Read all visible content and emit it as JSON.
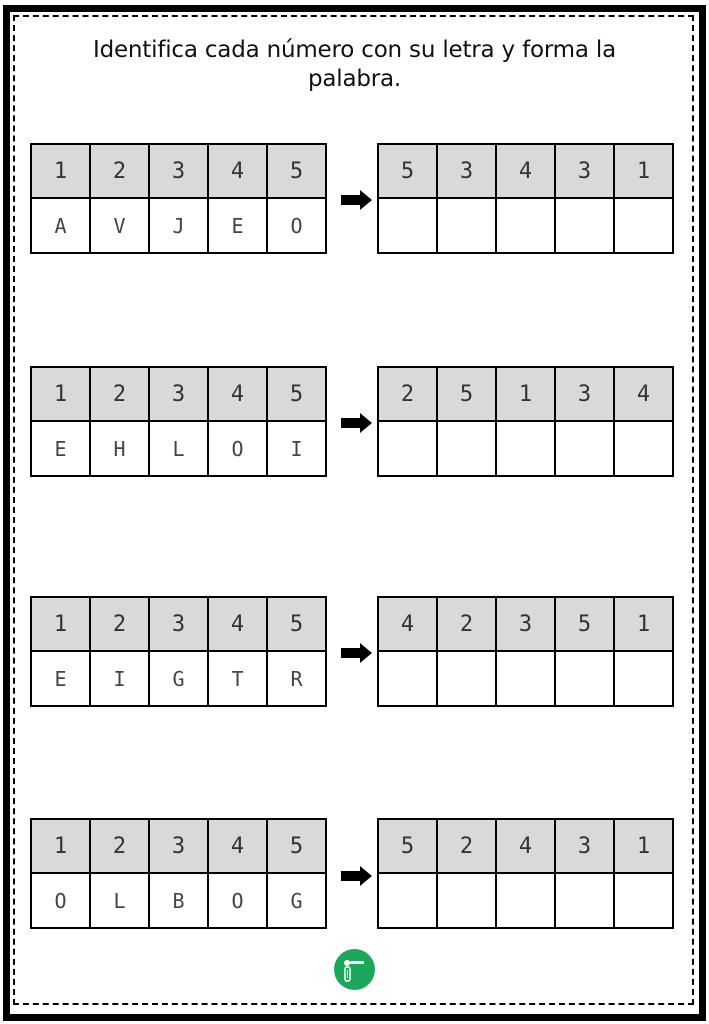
{
  "title": "Identifica cada número con su letra y forma la palabra.",
  "title_lines": [
    "Identifica cada número con su letra y forma la",
    "palabra."
  ],
  "colors": {
    "header_fill": "#d9d9d9",
    "border": "#000000",
    "logo_green": "#1ca85a"
  },
  "exercises": [
    {
      "key": {
        "numbers": [
          "1",
          "2",
          "3",
          "4",
          "5"
        ],
        "letters": [
          "A",
          "V",
          "J",
          "E",
          "O"
        ]
      },
      "answer": {
        "numbers": [
          "5",
          "3",
          "4",
          "3",
          "1"
        ],
        "letters": [
          "",
          "",
          "",
          "",
          ""
        ]
      }
    },
    {
      "key": {
        "numbers": [
          "1",
          "2",
          "3",
          "4",
          "5"
        ],
        "letters": [
          "E",
          "H",
          "L",
          "O",
          "I"
        ]
      },
      "answer": {
        "numbers": [
          "2",
          "5",
          "1",
          "3",
          "4"
        ],
        "letters": [
          "",
          "",
          "",
          "",
          ""
        ]
      }
    },
    {
      "key": {
        "numbers": [
          "1",
          "2",
          "3",
          "4",
          "5"
        ],
        "letters": [
          "E",
          "I",
          "G",
          "T",
          "R"
        ]
      },
      "answer": {
        "numbers": [
          "4",
          "2",
          "3",
          "5",
          "1"
        ],
        "letters": [
          "",
          "",
          "",
          "",
          ""
        ]
      }
    },
    {
      "key": {
        "numbers": [
          "1",
          "2",
          "3",
          "4",
          "5"
        ],
        "letters": [
          "O",
          "L",
          "B",
          "O",
          "G"
        ]
      },
      "answer": {
        "numbers": [
          "5",
          "2",
          "4",
          "3",
          "1"
        ],
        "letters": [
          "",
          "",
          "",
          "",
          ""
        ]
      }
    }
  ],
  "icons": {
    "arrow": "right-arrow-icon",
    "logo": "brand-logo-icon"
  }
}
